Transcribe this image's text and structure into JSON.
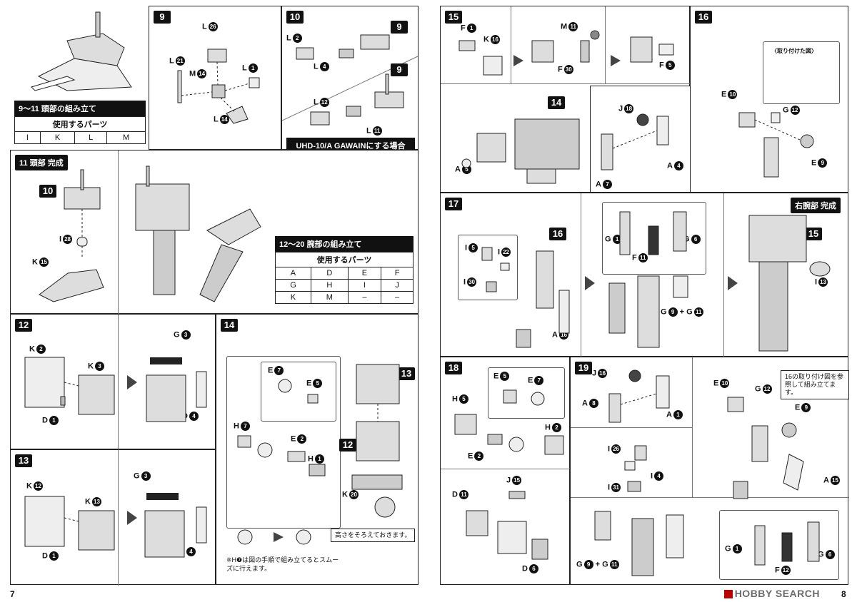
{
  "left_page": {
    "page_number": "7",
    "head_section": {
      "range_from": "9",
      "range_to": "11",
      "title": "頭部の組み立て",
      "parts_header": "使用するパーツ",
      "parts": [
        "I",
        "K",
        "L",
        "M"
      ]
    },
    "step9": {
      "num": "9",
      "labels": [
        "L",
        "L",
        "M",
        "L",
        "L"
      ],
      "nums": [
        "26",
        "21",
        "14",
        "1",
        "14"
      ]
    },
    "step10": {
      "num": "10",
      "ref": "9",
      "labels": [
        "L",
        "L",
        "L",
        "L"
      ],
      "nums": [
        "2",
        "4",
        "12",
        "11"
      ],
      "caption": "UHD-10/A GAWAINにする場合"
    },
    "step11": {
      "num": "11",
      "title": "頭部 完成",
      "labels": [
        "I",
        "K"
      ],
      "nums": [
        "28",
        "15"
      ],
      "ref": "10"
    },
    "arm_section": {
      "range_from": "12",
      "range_to": "20",
      "title": "腕部の組み立て",
      "parts_header": "使用するパーツ",
      "rows": [
        [
          "A",
          "D",
          "E",
          "F"
        ],
        [
          "G",
          "H",
          "I",
          "J"
        ],
        [
          "K",
          "M",
          "–",
          "–"
        ]
      ]
    },
    "step12": {
      "num": "12",
      "labels": [
        "K",
        "K",
        "D",
        "G",
        "D"
      ],
      "nums": [
        "2",
        "3",
        "1",
        "3",
        "4"
      ]
    },
    "step13": {
      "num": "13",
      "labels": [
        "K",
        "K",
        "D",
        "G",
        "D"
      ],
      "nums": [
        "12",
        "13",
        "1",
        "3",
        "4"
      ]
    },
    "step14": {
      "num": "14",
      "labels": [
        "E",
        "E",
        "H",
        "E",
        "H",
        "K"
      ],
      "nums": [
        "7",
        "5",
        "7",
        "2",
        "1",
        "20"
      ],
      "refs": [
        "13",
        "12"
      ],
      "callout": "高さをそろえておきます。",
      "note": "※H❼は図の手順で組み立てるとスムーズに行えます。"
    }
  },
  "right_page": {
    "page_number": "8",
    "watermark": "HOBBY SEARCH",
    "step15": {
      "num": "15",
      "labels": [
        "F",
        "K",
        "M",
        "F",
        "F",
        "A"
      ],
      "nums": [
        "1",
        "16",
        "11",
        "30",
        "5",
        "5"
      ],
      "ref": "14"
    },
    "step16": {
      "num": "16",
      "inset_title": "〈取り付けた図〉",
      "labels": [
        "J",
        "A",
        "A",
        "E",
        "G",
        "E"
      ],
      "nums": [
        "18",
        "4",
        "7",
        "10",
        "12",
        "9"
      ]
    },
    "step17": {
      "num": "17",
      "badge": "右腕部 完成",
      "labels": [
        "I",
        "I",
        "I",
        "A",
        "G",
        "F",
        "G",
        "G",
        "G",
        "I"
      ],
      "nums": [
        "5",
        "22",
        "30",
        "16",
        "1",
        "11",
        "6",
        "9",
        "11",
        "13"
      ],
      "refs": [
        "16",
        "15"
      ]
    },
    "step18": {
      "num": "18",
      "labels": [
        "E",
        "E",
        "H",
        "E",
        "H",
        "J",
        "D",
        "D"
      ],
      "nums": [
        "5",
        "7",
        "5",
        "2",
        "2",
        "15",
        "11",
        "6"
      ]
    },
    "step19": {
      "num": "19",
      "callout": "16の取り付け図を参照して組み立てます。",
      "labels": [
        "J",
        "A",
        "A",
        "E",
        "G",
        "E",
        "I",
        "I",
        "I",
        "A",
        "G",
        "G",
        "G",
        "F",
        "G"
      ],
      "nums": [
        "16",
        "8",
        "1",
        "10",
        "12",
        "9",
        "26",
        "4",
        "31",
        "15",
        "9",
        "11",
        "1",
        "12",
        "6"
      ]
    }
  },
  "colors": {
    "ink": "#111111",
    "panel_border": "#222222",
    "arrow": "#444444",
    "watermark": "#6b6b6b"
  }
}
